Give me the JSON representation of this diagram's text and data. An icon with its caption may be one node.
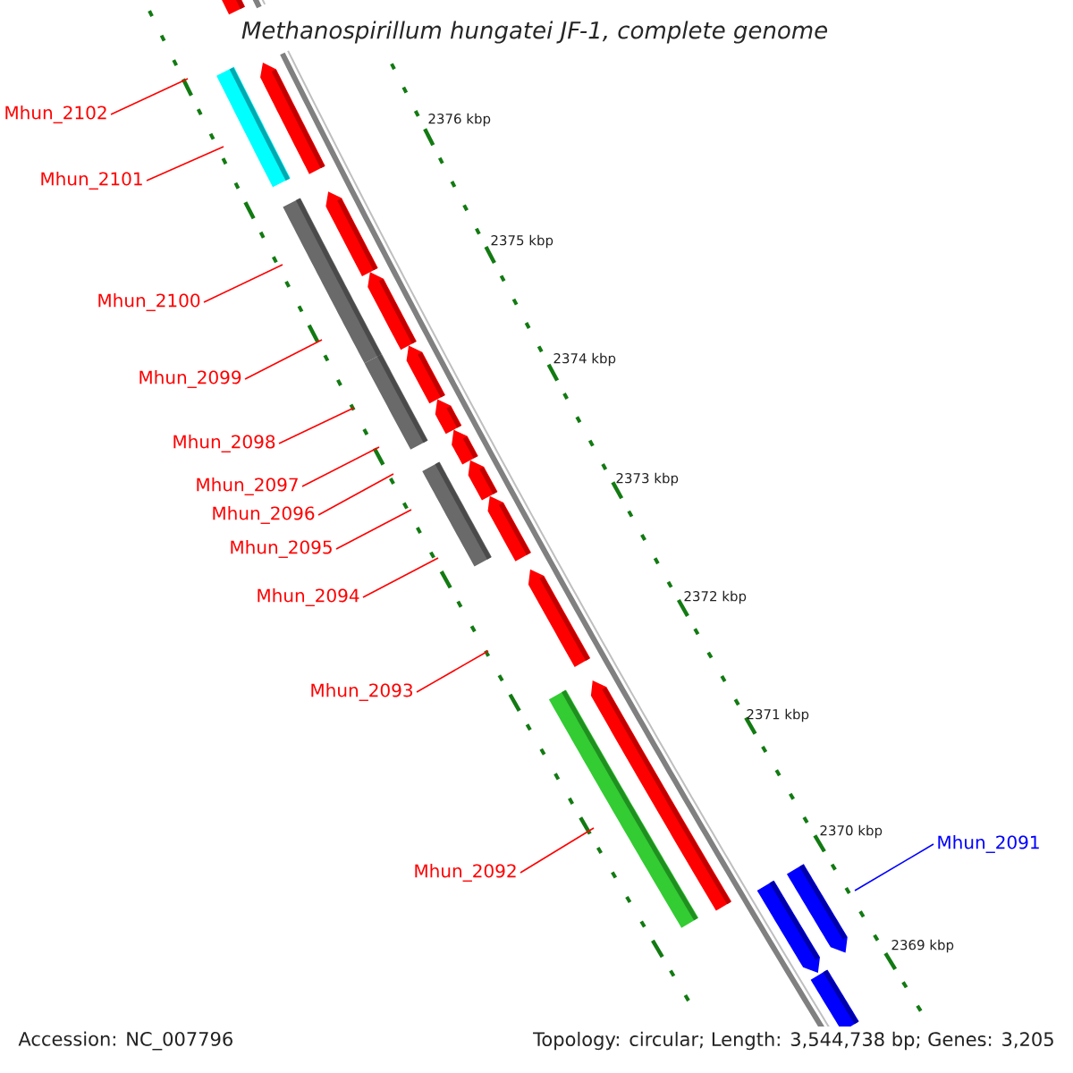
{
  "diagram": {
    "title": "Methanospirillum hungatei JF-1, complete genome",
    "nodes": [
      {
        "text": [
          "Mhun_2102"
        ]
      },
      {
        "text": [
          "Mhun_2101"
        ]
      },
      {
        "text": [
          "Mhun_2100"
        ]
      },
      {
        "text": [
          "Mhun_2099"
        ]
      },
      {
        "text": [
          "Mhun_2098"
        ]
      },
      {
        "text": [
          "Mhun_2097"
        ]
      },
      {
        "text": [
          "Mhun_2096"
        ]
      },
      {
        "text": [
          "Mhun_2095"
        ]
      },
      {
        "text": [
          "Mhun_2094"
        ]
      },
      {
        "text": [
          "Mhun_2093"
        ]
      },
      {
        "text": [
          "Mhun_2091"
        ]
      },
      {
        "text": [
          "Mhun_2092"
        ]
      }
    ],
    "edges": [
      {
        "from": 0,
        "to": null,
        "arrow": "none"
      },
      {
        "from": 1,
        "to": null,
        "arrow": "none"
      },
      {
        "from": 2,
        "to": null,
        "arrow": "none"
      },
      {
        "from": 3,
        "to": null,
        "arrow": "none"
      },
      {
        "from": 4,
        "to": null,
        "arrow": "none"
      },
      {
        "from": 5,
        "to": null,
        "arrow": "none"
      },
      {
        "from": 6,
        "to": null,
        "arrow": "none"
      },
      {
        "from": 7,
        "to": null,
        "arrow": "none"
      },
      {
        "from": 8,
        "to": null,
        "arrow": "none"
      },
      {
        "from": 9,
        "to": null,
        "arrow": "none"
      },
      {
        "from": 10,
        "to": null,
        "arrow": "none",
        "color": "#0000ff"
      },
      {
        "from": 11,
        "to": null,
        "arrow": "none"
      }
    ],
    "labels": [
      "2376 kbp",
      "2375 kbp",
      "2374 kbp",
      "2373 kbp",
      "2372 kbp",
      "2371 kbp",
      "2370 kbp",
      "2369 kbp",
      "Accession: NC_007796",
      "Topology: circular; Length: 3,544,738 bp; Genes: 3,205"
    ]
  }
}
